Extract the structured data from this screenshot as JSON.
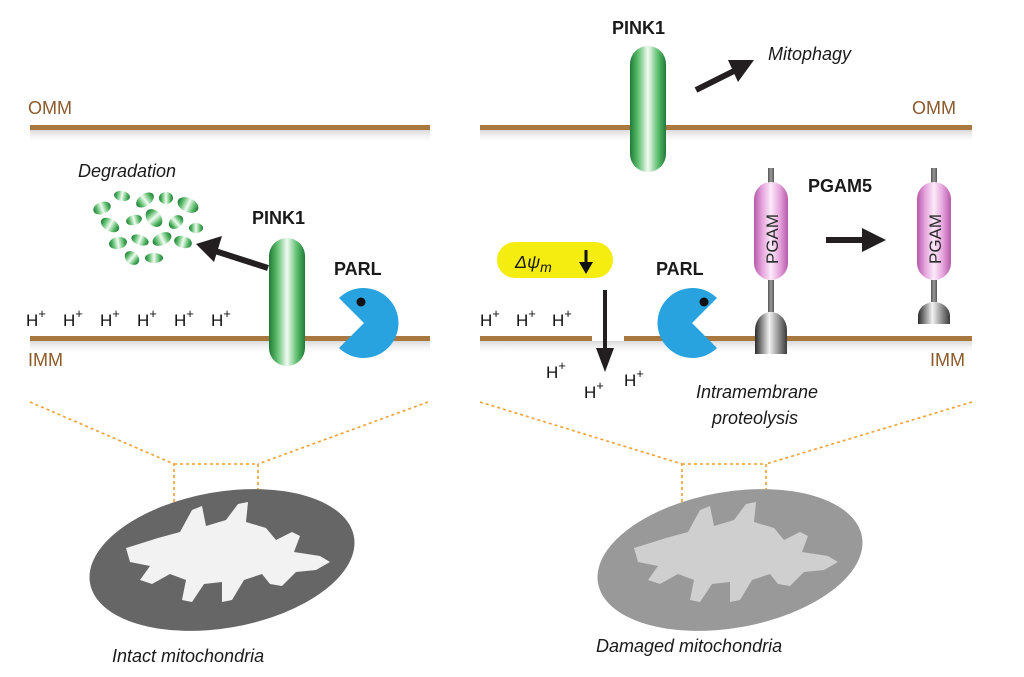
{
  "labels": {
    "left_omm": "OMM",
    "left_imm": "IMM",
    "right_omm": "OMM",
    "right_imm": "IMM",
    "degradation": "Degradation",
    "pink1_left": "PINK1",
    "parl_left": "PARL",
    "pink1_right": "PINK1",
    "mitophagy": "Mitophagy",
    "pgam5": "PGAM5",
    "pgam_a": "PGAM",
    "pgam_b": "PGAM",
    "parl_right": "PARL",
    "membrane_potential": "Δψ",
    "membrane_potential_sub": "m",
    "intramembrane_1": "Intramembrane",
    "intramembrane_2": "proteolysis",
    "caption_left": "Intact mitochondria",
    "caption_right": "Damaged mitochondria"
  },
  "protons": {
    "left": [
      "H",
      "H",
      "H",
      "H",
      "H",
      "H"
    ],
    "right_top": [
      "H",
      "H",
      "H"
    ],
    "right_leak": [
      "H",
      "H",
      "H"
    ],
    "charge": "+"
  },
  "colors": {
    "membrane": "#a8783f",
    "membrane_label": "#8a5a2b",
    "pink1": "#2e9a4a",
    "parl": "#29a3df",
    "pgam5": "#d98fd1",
    "badge": "#f5ec10",
    "zoom_lines": "#f0a030",
    "mito_intact": "#666666",
    "mito_damaged": "#999999"
  }
}
